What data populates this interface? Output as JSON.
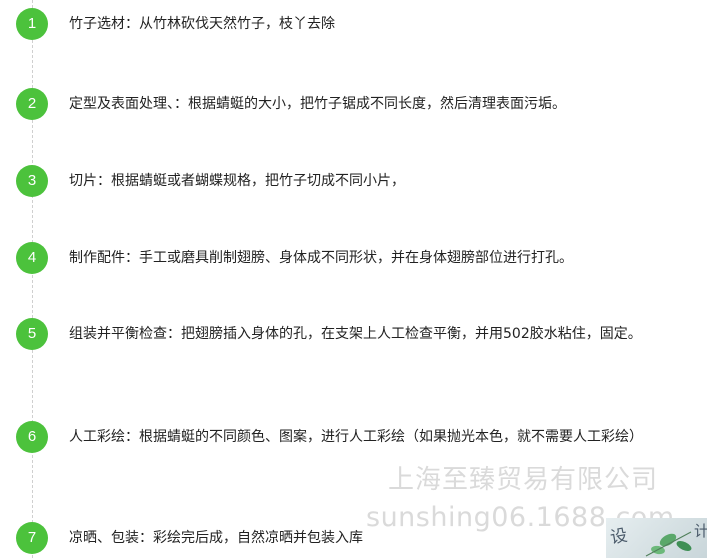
{
  "steps": [
    {
      "number": "1",
      "text": "竹子选材：从竹林砍伐天然竹子，枝丫去除"
    },
    {
      "number": "2",
      "text": "定型及表面处理、：根据蜻蜓的大小，把竹子锯成不同长度，然后清理表面污垢。"
    },
    {
      "number": "3",
      "text": "切片：根据蜻蜓或者蝴蝶规格，把竹子切成不同小片，"
    },
    {
      "number": "4",
      "text": "制作配件：手工或磨具削制翅膀、身体成不同形状，并在身体翅膀部位进行打孔。"
    },
    {
      "number": "5",
      "text": "组装并平衡检查：把翅膀插入身体的孔，在支架上人工检查平衡，并用502胶水粘住，固定。"
    },
    {
      "number": "6",
      "text": "人工彩绘：根据蜻蜓的不同颜色、图案，进行人工彩绘（如果抛光本色，就不需要人工彩绘）"
    },
    {
      "number": "7",
      "text": "凉晒、包装：彩绘完后成，自然凉晒并包装入库"
    }
  ],
  "watermark": {
    "company": "上海至臻贸易有限公司",
    "url": "sunshing06.1688.com"
  },
  "corner_image": {
    "char_left": "设",
    "char_right": "计"
  },
  "colors": {
    "accent": "#4cc23c",
    "text": "#222222",
    "watermark": "#969696"
  }
}
